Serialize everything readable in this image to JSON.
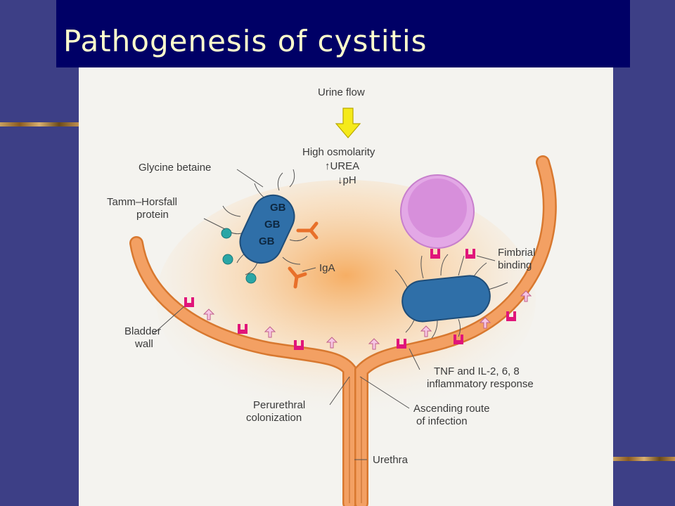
{
  "slide": {
    "title": "Pathogenesis of cystitis"
  },
  "colors": {
    "background": "#3d3f86",
    "title_bar": "#000066",
    "title_text": "#ffffcc",
    "bladder_wall": "#f3a063",
    "bladder_outline": "#d8782f",
    "bacterium": "#2f6fa8",
    "receptor": "#e0157a",
    "iga": "#e8702a",
    "tamm_horsfall": "#2aa6a6",
    "arrow_yellow": "#f5ea1a",
    "leukocyte": "#e3a8e6"
  },
  "diagram": {
    "labels": {
      "urine_flow": "Urine flow",
      "high_osmolarity": "High osmolarity",
      "urea": "↑UREA",
      "ph": "↓pH",
      "glycine_betaine": "Glycine betaine",
      "tamm_horsfall_line1": "Tamm–Horsfall",
      "tamm_horsfall_line2": "protein",
      "iga": "IgA",
      "fimbrial_line1": "Fimbrial",
      "fimbrial_line2": "binding",
      "bladder_line1": "Bladder",
      "bladder_line2": "wall",
      "tnf_line1": "TNF and IL-2, 6, 8",
      "tnf_line2": "inflammatory response",
      "perurethral_line1": "Perurethral",
      "perurethral_line2": "colonization",
      "ascending_line1": "Ascending route",
      "ascending_line2": "of infection",
      "urethra": "Urethra",
      "gb": "GB"
    }
  }
}
